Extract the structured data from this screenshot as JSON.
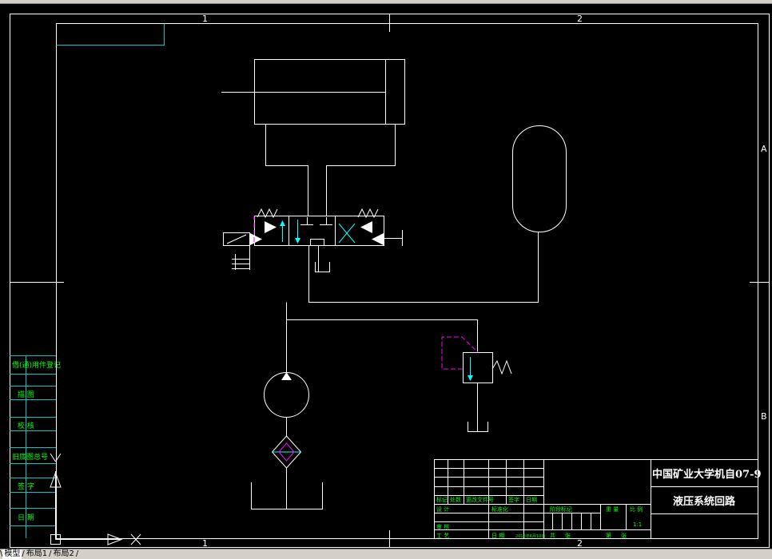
{
  "ruler": {
    "top": [
      "1",
      "2"
    ],
    "bottom": [
      "1",
      "2"
    ],
    "right": [
      "A",
      "B"
    ]
  },
  "side_table": [
    "借(通)用件登记",
    "描 图",
    "校 核",
    "旧底图总号",
    "签 字",
    "日 期"
  ],
  "title_block": {
    "school": "中国矿业大学机自07-9",
    "drawing_name": "液压系统回路",
    "mark_labels": [
      "标记",
      "处数",
      "更改文件号",
      "签字",
      "日期"
    ],
    "design_label": "设 计",
    "standardize_label": "标准化",
    "check_label": "审 核",
    "process_label": "工 艺",
    "date_label": "日 期",
    "date_value": "2010年6月10日",
    "stage_label": "阶段标记",
    "weight_label": "重 量",
    "scale_label": "比 例",
    "scale_value": "1:1",
    "sheet_total": "共",
    "sheet_page": "第",
    "sheet_unit_1": "张",
    "sheet_unit_2": "张"
  },
  "tabs": [
    "模型",
    "布局1",
    "布局2"
  ],
  "ucs": {
    "x": "X",
    "y": "Y"
  },
  "colors": {
    "frame": "#ffffff",
    "table": "#00c8c8",
    "text": "#00ff00",
    "accent_cyan": "#00ffff",
    "pilot": "#ff00ff"
  }
}
